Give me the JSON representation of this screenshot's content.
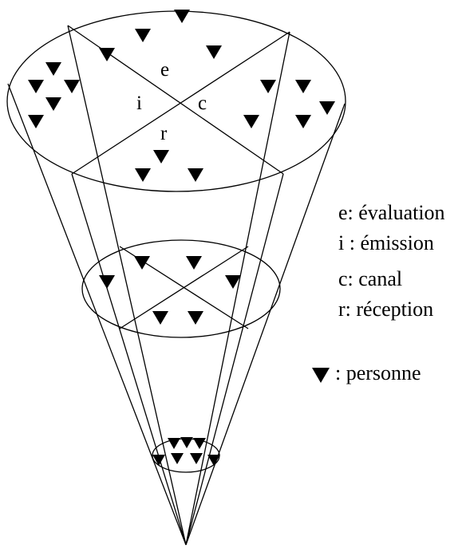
{
  "sectors": {
    "e": "e",
    "i": "i",
    "c": "c",
    "r": "r"
  },
  "legend": {
    "evaluation": "e: évaluation",
    "emission": "i : émission",
    "canal": "c: canal",
    "reception": "r: réception",
    "person": ": personne"
  },
  "marker_icon": "triangle-down-icon"
}
